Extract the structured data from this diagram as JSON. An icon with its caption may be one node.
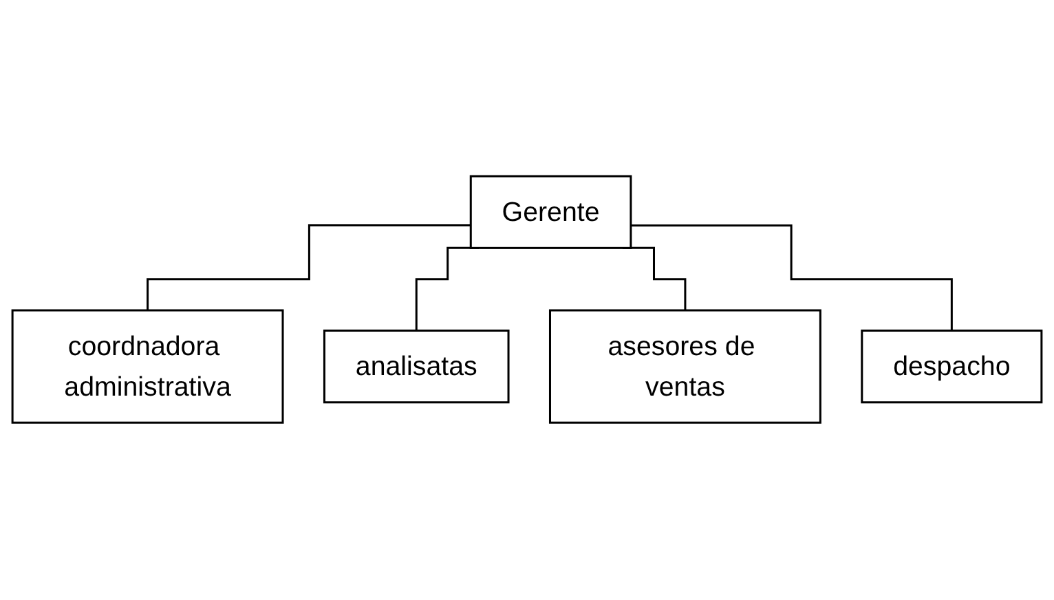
{
  "diagram": {
    "nodes": [
      {
        "text": [
          "Gerente"
        ]
      },
      {
        "text": [
          "coordnadora administrativa"
        ]
      },
      {
        "text": [
          "analisatas"
        ]
      },
      {
        "text": [
          "asesores de ventas"
        ]
      },
      {
        "text": [
          "despacho"
        ]
      }
    ],
    "edges": [
      {
        "from": 0,
        "to": 1,
        "arrow": "none"
      },
      {
        "from": 0,
        "to": 2,
        "arrow": "none"
      },
      {
        "from": 0,
        "to": 3,
        "arrow": "none"
      },
      {
        "from": 0,
        "to": 4,
        "arrow": "none"
      }
    ]
  }
}
